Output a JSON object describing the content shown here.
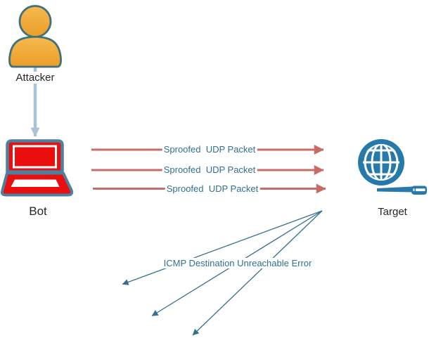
{
  "nodes": {
    "attacker": {
      "label": "Attacker",
      "icon": "person-icon"
    },
    "bot": {
      "label": "Bot",
      "icon": "laptop-icon"
    },
    "target": {
      "label": "Target",
      "icon": "globe-screwdriver-icon"
    }
  },
  "flows": {
    "attacker_to_bot": {
      "label": ""
    },
    "udp_packets": [
      {
        "label": "Sproofed  UDP Packet"
      },
      {
        "label": "Sproofed  UDP Packet"
      },
      {
        "label": "Sproofed  UDP Packet"
      }
    ],
    "icmp": {
      "label": "ICMP Destination Unreachable Error",
      "arrow_count": 3
    }
  },
  "colors": {
    "background": "#ffffff",
    "person_fill": "#f0a636",
    "person_stroke": "#40707e",
    "laptop_fill": "#e90f0f",
    "laptop_stroke": "#4e7f9e",
    "globe": "#2579ab",
    "flow_arrow": "#a8c2d8",
    "udp_arrow": "#c96b67",
    "icmp_arrow": "#35718c",
    "node_label_text": "#262626",
    "flow_label_text": "#31708f"
  }
}
